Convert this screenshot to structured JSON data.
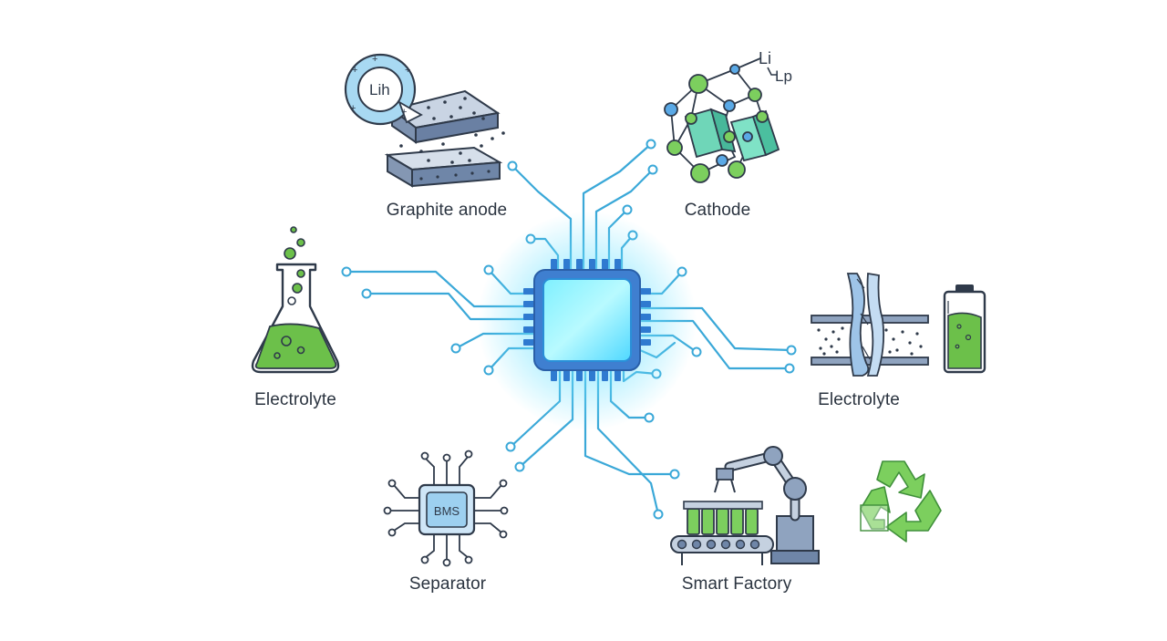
{
  "labels": {
    "graphite_anode": "Graphite anode",
    "cathode": "Cathode",
    "electrolyte_left": "Electrolyte",
    "electrolyte_right": "Electrolyte",
    "separator": "Separator",
    "smart_factory": "Smart Factory"
  },
  "icon_text": {
    "lih": "Lih",
    "li": "Li",
    "lp": "Lp",
    "bms": "BMS"
  },
  "colors": {
    "circuit": "#3aa8d8",
    "chip_glow": "#5fe6ff",
    "chip_border": "#2f6fb8",
    "green": "#4caf50",
    "outline": "#2f3a4a",
    "slate": "#6f86a8",
    "crystal": "#6fd6b8"
  },
  "icons": [
    "central-chip-icon",
    "graphite-anode-icon",
    "cathode-crystal-icon",
    "electrolyte-flask-icon",
    "electrolyte-separator-icon",
    "battery-icon",
    "bms-chip-icon",
    "smart-factory-robot-icon",
    "recycle-icon"
  ]
}
